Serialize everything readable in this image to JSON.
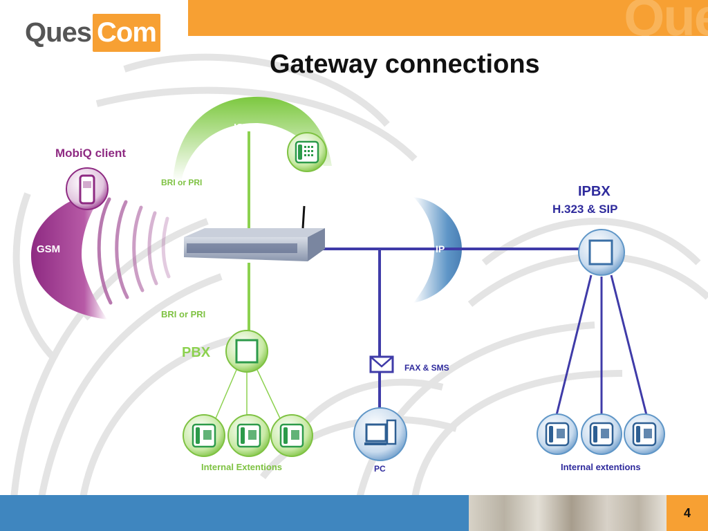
{
  "logo": {
    "ques": "Ques",
    "com": "Com"
  },
  "header": {
    "watermark": "Que"
  },
  "title": "Gateway connections",
  "labels": {
    "isdn": "ISDN",
    "mobiq_client": "MobiQ client",
    "bri_or_pri_top": "BRI or PRI",
    "gsm": "GSM",
    "ipbx": "IPBX",
    "ipbx_protocols": "H.323 & SIP",
    "ip": "IP",
    "bri_or_pri_bottom": "BRI or PRI",
    "pbx": "PBX",
    "fax_sms": "FAX & SMS",
    "internal_extentions_left": "Internal Extentions",
    "pc": "PC",
    "internal_extentions_right": "Internal extentions"
  },
  "footer": {
    "page_number": "4"
  },
  "colors": {
    "orange": "#f7a033",
    "blue_line": "#3f3ba8",
    "green": "#8cd14f",
    "purple": "#8e2a82",
    "footer_blue": "#3f86bf"
  }
}
